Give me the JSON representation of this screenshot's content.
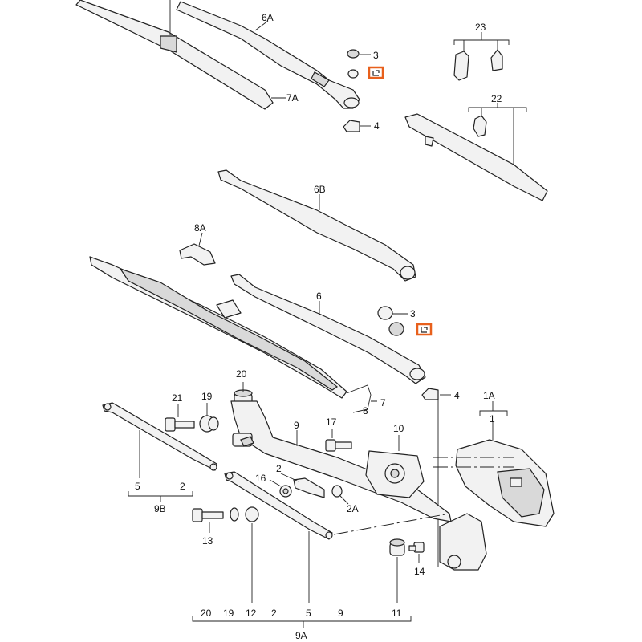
{
  "diagram": {
    "title": "Windscreen wiper system exploded view",
    "labels": {
      "p6A": "6A",
      "p7A": "7A",
      "p3_top": "3",
      "p4_top": "4",
      "p23": "23",
      "p22": "22",
      "p6B": "6B",
      "p8A": "8A",
      "p6": "6",
      "p3_mid": "3",
      "p4_mid": "4",
      "p7": "7",
      "p8": "8",
      "p20": "20",
      "p21": "21",
      "p19": "19",
      "p9": "9",
      "p10": "10",
      "p17": "17",
      "p1A": "1A",
      "p1": "1",
      "p5_left": "5",
      "p2_left": "2",
      "p9B": "9B",
      "p16": "16",
      "p2_mid": "2",
      "p2A": "2A",
      "p13": "13",
      "p14": "14",
      "p11_mid": "11",
      "p12_mid": "12",
      "p5_mid": "5",
      "b20": "20",
      "b19": "19",
      "b12": "12",
      "b2": "2",
      "b5": "5",
      "b9": "9",
      "b11": "11",
      "p9A": "9A"
    },
    "badge_color": "#e8601c"
  }
}
